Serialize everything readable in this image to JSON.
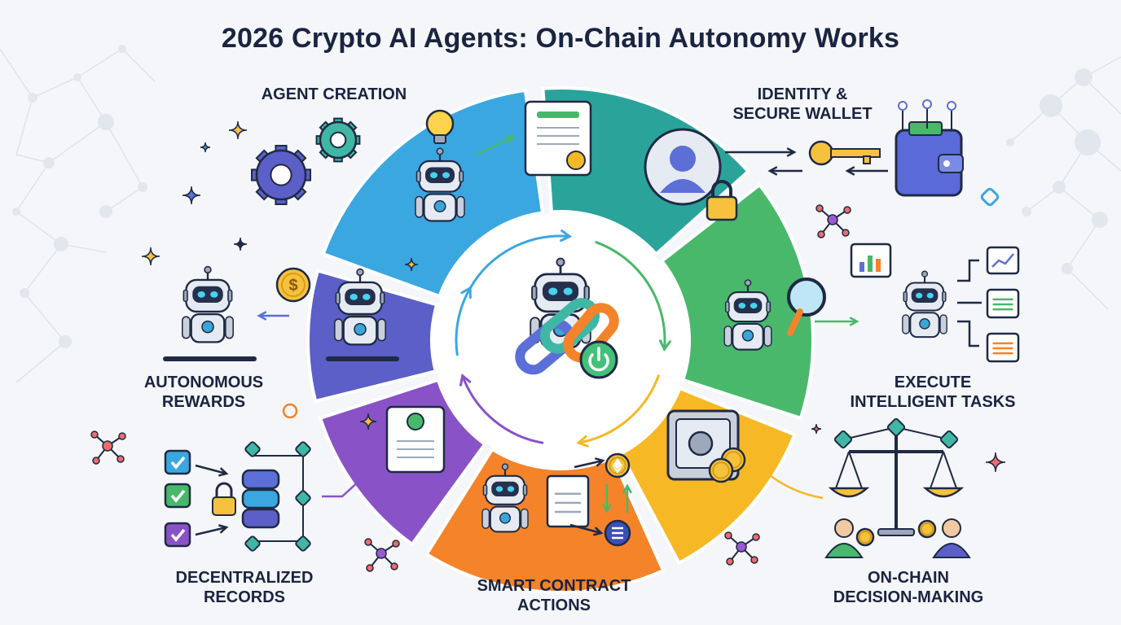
{
  "title": "2026 Crypto AI Agents: On-Chain Autonomy Works",
  "stages": [
    {
      "id": "agent-creation",
      "lines": [
        "AGENT CREATION"
      ],
      "color": "#3ba7e0"
    },
    {
      "id": "identity-wallet",
      "lines": [
        "IDENTITY &",
        "SECURE WALLET"
      ],
      "color": "#2aa39b"
    },
    {
      "id": "execute-tasks",
      "lines": [
        "EXECUTE",
        "INTELLIGENT TASKS"
      ],
      "color": "#49b86b"
    },
    {
      "id": "decision-making",
      "lines": [
        "ON-CHAIN",
        "DECISION-MAKING"
      ],
      "color": "#f6b825"
    },
    {
      "id": "smart-contract",
      "lines": [
        "SMART CONTRACT",
        "ACTIONS"
      ],
      "color": "#f5832a"
    },
    {
      "id": "decentralized-records",
      "lines": [
        "DECENTRALIZED",
        "RECORDS"
      ],
      "color": "#8a52c7"
    },
    {
      "id": "autonomous-rewards",
      "lines": [
        "AUTONOMOUS",
        "REWARDS"
      ],
      "color": "#5b5fc7"
    }
  ],
  "colors": {
    "text": "#1b2440",
    "outline": "#1f2a44",
    "robot_body": "#e6eaf2",
    "robot_visor": "#26304d",
    "robot_eye": "#46d3ee",
    "coin": "#f6c23e",
    "key": "#f6c23e",
    "wallet": "#5a6ad8",
    "power": "#43c07a"
  },
  "icons": [
    "lightbulb-icon",
    "robot-icon",
    "certificate-icon",
    "gear-icon",
    "user-icon",
    "padlock-icon",
    "key-icon",
    "wallet-icon",
    "magnifier-icon",
    "chart-icon",
    "document-icon",
    "scales-icon",
    "coin-icon",
    "safe-icon",
    "ethereum-icon",
    "database-icon",
    "checkbox-icon",
    "chain-link-icon",
    "power-icon",
    "network-icon",
    "sparkle-icon"
  ]
}
